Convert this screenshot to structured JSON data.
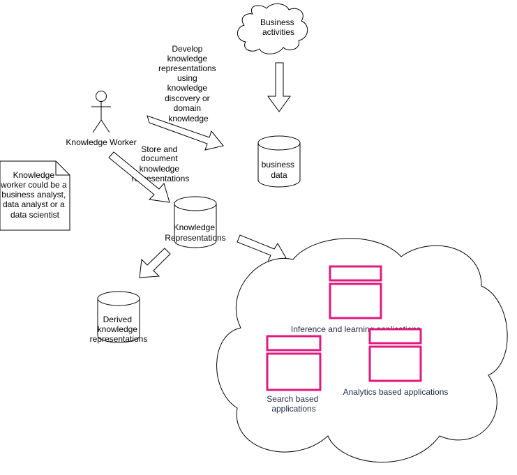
{
  "nodes": {
    "business_activities": {
      "lines": [
        "Business",
        "activities"
      ],
      "shape": "cloud"
    },
    "business_data": {
      "lines": [
        "business",
        "data"
      ],
      "shape": "cylinder"
    },
    "knowledge_worker": {
      "label": "Knowledge Worker",
      "shape": "actor"
    },
    "knowledge_representations": {
      "lines": [
        "Knowledge",
        "Representations"
      ],
      "shape": "cylinder"
    },
    "derived_representations": {
      "lines": [
        "Derived",
        "knowledge",
        "representations"
      ],
      "shape": "cylinder"
    },
    "note": {
      "lines": [
        "Knowledge",
        "worker could be a",
        "business analyst,",
        "data analyst or a",
        "data scientist"
      ],
      "shape": "note"
    },
    "applications_cloud": {
      "shape": "cloud",
      "apps": {
        "inference": {
          "label": "Inference and learning applications",
          "icon": "window-icon"
        },
        "search": {
          "lines": [
            "Search based",
            "applications"
          ],
          "icon": "window-icon"
        },
        "analytics": {
          "label": "Analytics based applications",
          "icon": "window-icon"
        }
      }
    }
  },
  "edges": {
    "develop": {
      "lines": [
        "Develop",
        "knowledge",
        "representations",
        "using",
        "knowledge",
        "discovery or",
        "domain",
        "knowledge"
      ]
    },
    "store": {
      "lines": [
        "Store and",
        "document",
        "knowledge",
        "representations"
      ]
    }
  },
  "colors": {
    "stroke": "#000000",
    "app_accent": "#e0197d",
    "app_text": "#1f2a44",
    "fill": "#ffffff"
  }
}
